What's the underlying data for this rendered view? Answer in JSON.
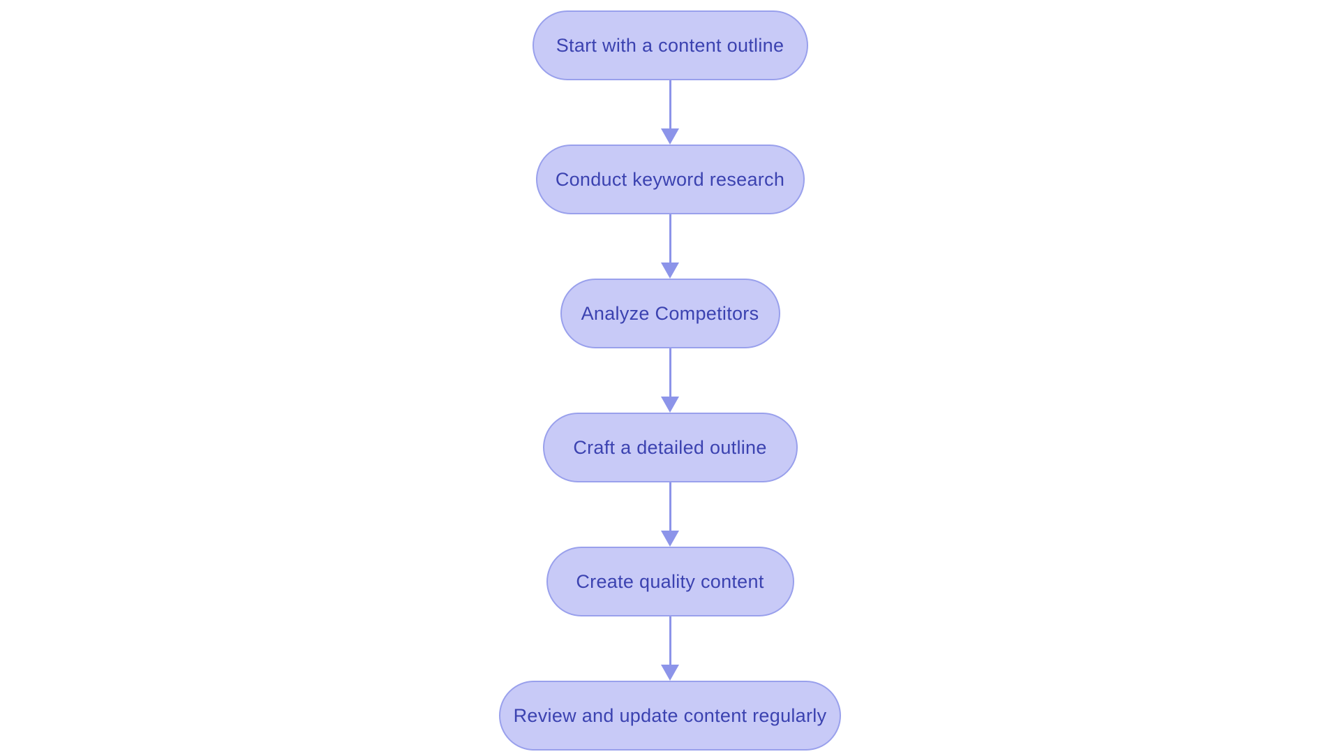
{
  "flowchart": {
    "type": "flowchart",
    "direction": "top-down",
    "background_color": "#ffffff",
    "node_fill_color": "#c8caf7",
    "node_border_color": "#99a0ec",
    "node_text_color": "#3b42b0",
    "arrow_color": "#8c94e9",
    "nodes": [
      {
        "id": "1",
        "label": "Start with a content outline"
      },
      {
        "id": "2",
        "label": "Conduct keyword research"
      },
      {
        "id": "3",
        "label": "Analyze Competitors"
      },
      {
        "id": "4",
        "label": "Craft a detailed outline"
      },
      {
        "id": "5",
        "label": "Create quality content"
      },
      {
        "id": "6",
        "label": "Review and update content regularly"
      }
    ],
    "edges": [
      {
        "from": "1",
        "to": "2",
        "style": "arrow-down"
      },
      {
        "from": "2",
        "to": "3",
        "style": "arrow-down"
      },
      {
        "from": "3",
        "to": "4",
        "style": "arrow-down"
      },
      {
        "from": "4",
        "to": "5",
        "style": "arrow-down"
      },
      {
        "from": "5",
        "to": "6",
        "style": "arrow-down"
      }
    ]
  }
}
